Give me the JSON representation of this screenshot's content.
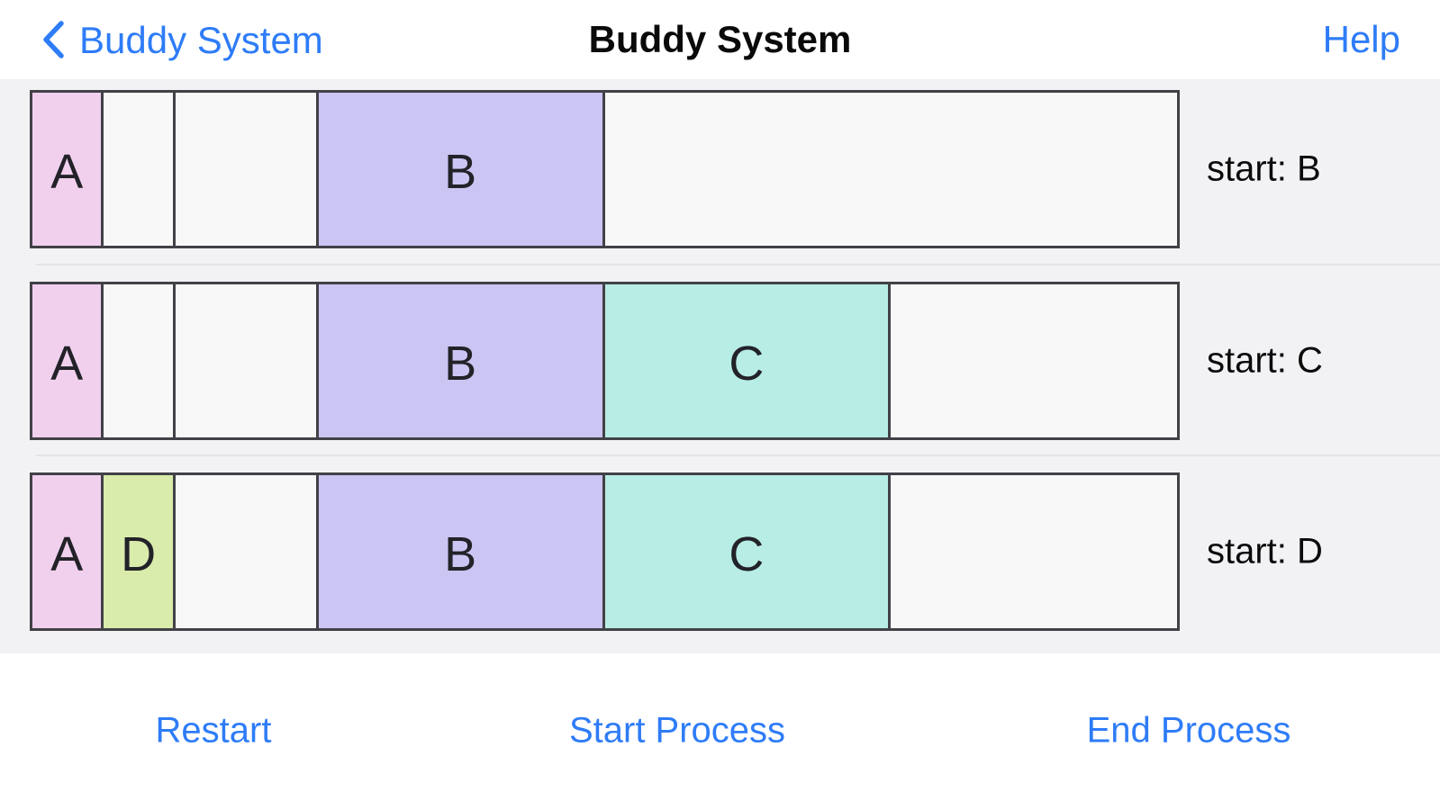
{
  "nav": {
    "back_label": "Buddy System",
    "title": "Buddy System",
    "help_label": "Help"
  },
  "memory": {
    "unit_total": 16,
    "block_colors": {
      "A": "#F1D0EE",
      "B": "#CBC5F3",
      "C": "#B7EDE4",
      "D": "#D9ECAC",
      "free": "#F8F8F9"
    },
    "rows": [
      {
        "label": "start: B",
        "segments": [
          {
            "process": "A",
            "size": 1
          },
          {
            "size": 1
          },
          {
            "size": 2
          },
          {
            "process": "B",
            "size": 4
          },
          {
            "size": 8
          }
        ]
      },
      {
        "label": "start: C",
        "segments": [
          {
            "process": "A",
            "size": 1
          },
          {
            "size": 1
          },
          {
            "size": 2
          },
          {
            "process": "B",
            "size": 4
          },
          {
            "process": "C",
            "size": 4
          },
          {
            "size": 4
          }
        ]
      },
      {
        "label": "start: D",
        "segments": [
          {
            "process": "A",
            "size": 1
          },
          {
            "process": "D",
            "size": 1
          },
          {
            "size": 2
          },
          {
            "process": "B",
            "size": 4
          },
          {
            "process": "C",
            "size": 4
          },
          {
            "size": 4
          }
        ]
      }
    ]
  },
  "toolbar": {
    "restart_label": "Restart",
    "start_label": "Start Process",
    "end_label": "End Process"
  },
  "colors": {
    "accent_blue": "#2E7CF7",
    "bar_border": "#414147",
    "content_bg": "#F2F2F4",
    "separator": "#E4E4E6",
    "title_text": "#0A0A0A",
    "block_text": "#222228"
  }
}
